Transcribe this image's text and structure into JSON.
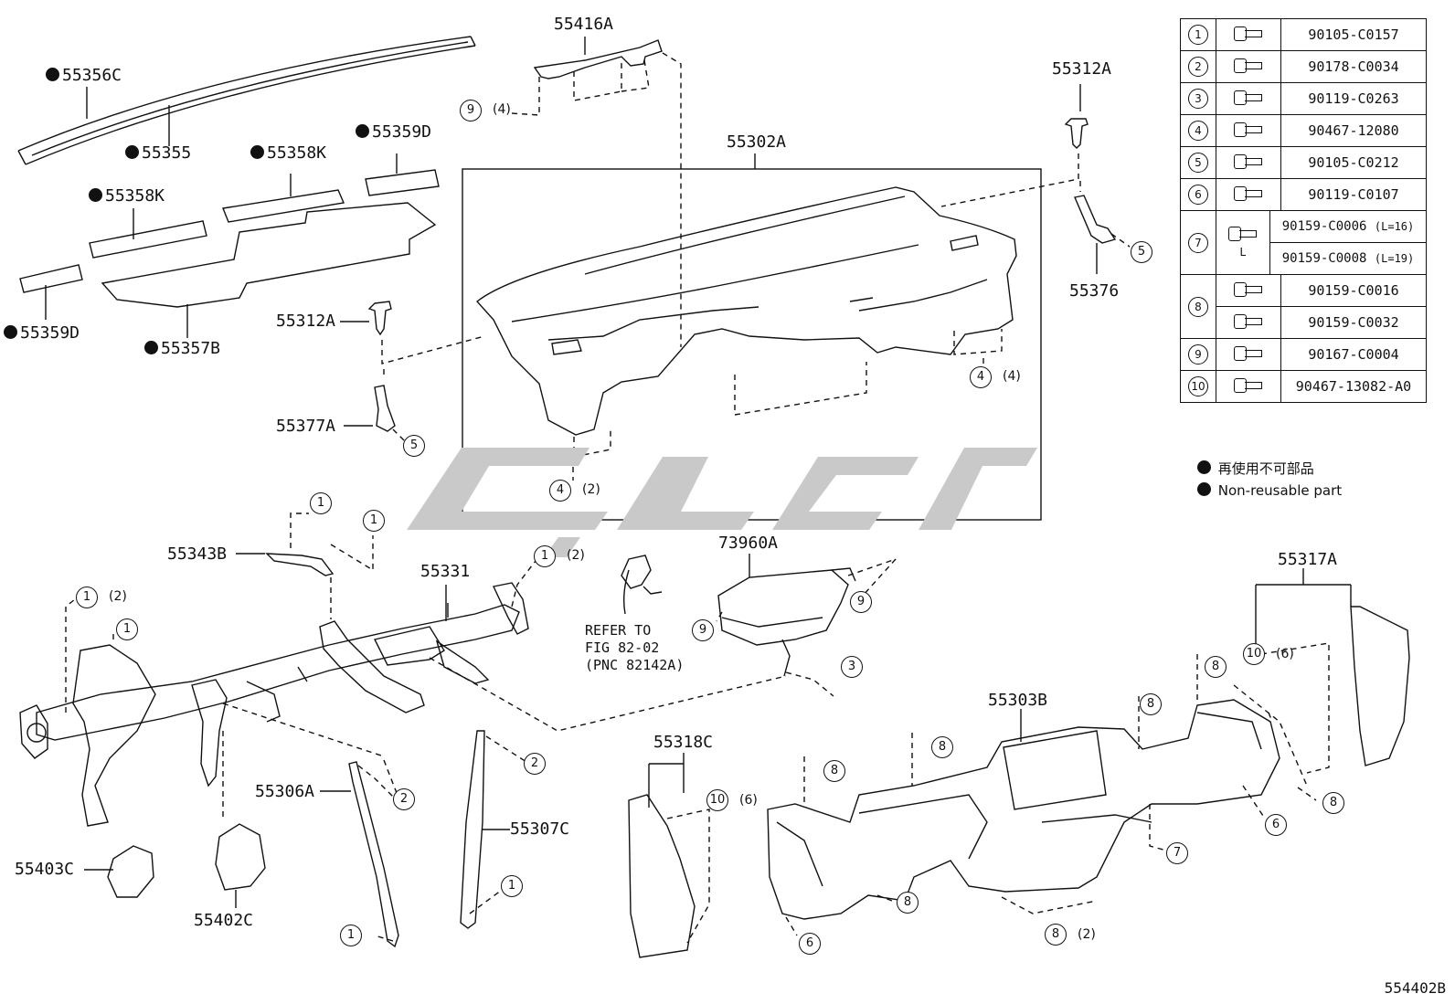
{
  "labels": {
    "p55356C": "55356C",
    "p55355": "55355",
    "p55358K_a": "55358K",
    "p55358K_b": "55358K",
    "p55359D_a": "55359D",
    "p55359D_b": "55359D",
    "p55357B": "55357B",
    "p55416A": "55416A",
    "p55302A": "55302A",
    "p55312A_a": "55312A",
    "p55312A_b": "55312A",
    "p55376": "55376",
    "p55377A": "55377A",
    "p55343B": "55343B",
    "p55331": "55331",
    "p73960A": "73960A",
    "p55317A": "55317A",
    "p55303B": "55303B",
    "p55318C": "55318C",
    "p55306A": "55306A",
    "p55307C": "55307C",
    "p55403C": "55403C",
    "p55402C": "55402C"
  },
  "callouts": {
    "c9_top": "9",
    "q9_top": "(4)",
    "c5_right": "5",
    "c5_left": "5",
    "c4_right": "4",
    "q4_right": "(4)",
    "c4_left": "4",
    "q4_left": "(2)",
    "c1_a": "1",
    "c1_b": "1",
    "c1_c": "1",
    "q1_c": "(2)",
    "c1_d": "1",
    "q1_d": "(2)",
    "c1_e": "1",
    "c9_air_r": "9",
    "c9_air_l": "9",
    "c3": "3",
    "c2_a": "2",
    "c2_b": "2",
    "c1_f": "1",
    "c1_g": "1",
    "c10_a": "10",
    "q10_a": "(6)",
    "c10_b": "10",
    "q10_b": "(6)",
    "c8_a": "8",
    "c8_b": "8",
    "c8_c": "8",
    "c8_d": "8",
    "c8_e": "8",
    "c8_f": "8",
    "c8_g": "8",
    "q8_g": "(2)",
    "c6_a": "6",
    "c6_b": "6",
    "c7": "7"
  },
  "reference_note": {
    "line1": "REFER TO",
    "line2": "FIG 82-02",
    "line3": "(PNC 82142A)"
  },
  "legend": {
    "rows": [
      {
        "num": "1",
        "pn": "90105-C0157"
      },
      {
        "num": "2",
        "pn": "90178-C0034"
      },
      {
        "num": "3",
        "pn": "90119-C0263"
      },
      {
        "num": "4",
        "pn": "90467-12080"
      },
      {
        "num": "5",
        "pn": "90105-C0212"
      },
      {
        "num": "6",
        "pn": "90119-C0107"
      },
      {
        "num": "7",
        "pn_a": "90159-C0006",
        "len_a": "(L=16)",
        "pn_b": "90159-C0008",
        "len_b": "(L=19)",
        "dim": "L"
      },
      {
        "num": "8",
        "pn_a": "90159-C0016",
        "pn_b": "90159-C0032"
      },
      {
        "num": "9",
        "pn": "90167-C0004"
      },
      {
        "num": "10",
        "pn": "90467-13082-A0"
      }
    ],
    "note_jp": "再使用不可部品",
    "note_en": "Non-reusable part"
  },
  "figure_code": "554402B"
}
